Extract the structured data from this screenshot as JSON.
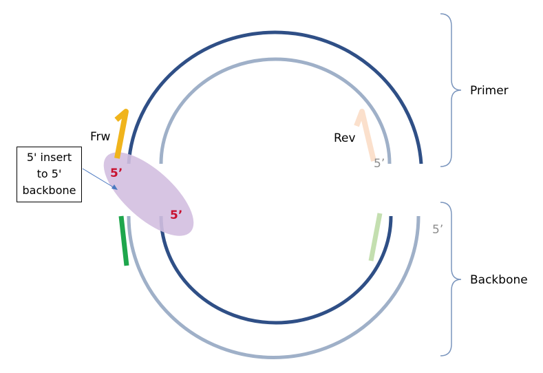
{
  "colors": {
    "dark_strand": "#2f4f86",
    "light_strand": "#9fb0c8",
    "frw_primer": "#f0b41c",
    "rev_primer": "#fbe0cc",
    "green_strand": "#1ea64c",
    "light_green_strand": "#c4dfb0",
    "overlap_ellipse": "#d3bfe0",
    "five_prime_red": "#c8102e",
    "five_prime_gray": "#8c8c8c",
    "bracket": "#7a95bd",
    "arrow": "#4a78c0"
  },
  "labels": {
    "primer": "Primer",
    "backbone": "Backbone",
    "frw": "Frw",
    "rev": "Rev",
    "five_prime_frw": "5’",
    "five_prime_backbone": "5’",
    "five_prime_rev": "5’",
    "five_prime_right": "5’"
  },
  "callout": {
    "line1": "5' insert",
    "line2": "to 5'",
    "line3": "backbone"
  }
}
